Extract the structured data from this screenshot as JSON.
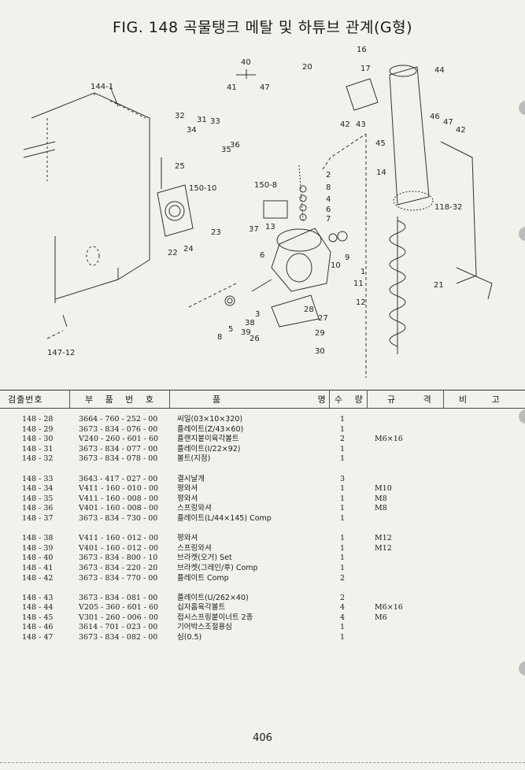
{
  "title": "FIG. 148 곡물탱크 메탈 및 하튜브 관계(G형)",
  "diagram_labels": [
    {
      "id": "l1",
      "text": "16"
    },
    {
      "id": "l2",
      "text": "40"
    },
    {
      "id": "l3",
      "text": "20"
    },
    {
      "id": "l4",
      "text": "17"
    },
    {
      "id": "l5",
      "text": "44"
    },
    {
      "id": "l6",
      "text": "41"
    },
    {
      "id": "l7",
      "text": "47"
    },
    {
      "id": "l8",
      "text": "144-1"
    },
    {
      "id": "l9",
      "text": "42"
    },
    {
      "id": "l10",
      "text": "43"
    },
    {
      "id": "l11",
      "text": "32"
    },
    {
      "id": "l12",
      "text": "31"
    },
    {
      "id": "l13",
      "text": "33"
    },
    {
      "id": "l14",
      "text": "34"
    },
    {
      "id": "l15",
      "text": "35"
    },
    {
      "id": "l16",
      "text": "36"
    },
    {
      "id": "l17",
      "text": "46"
    },
    {
      "id": "l18",
      "text": "47"
    },
    {
      "id": "l19",
      "text": "42"
    },
    {
      "id": "l20",
      "text": "45"
    },
    {
      "id": "l21",
      "text": "25"
    },
    {
      "id": "l22",
      "text": "2"
    },
    {
      "id": "l23",
      "text": "14"
    },
    {
      "id": "l24",
      "text": "150-10"
    },
    {
      "id": "l25",
      "text": "150-8"
    },
    {
      "id": "l26",
      "text": "8"
    },
    {
      "id": "l27",
      "text": "4"
    },
    {
      "id": "l28",
      "text": "6"
    },
    {
      "id": "l29",
      "text": "7"
    },
    {
      "id": "l30",
      "text": "118-32"
    },
    {
      "id": "l31",
      "text": "23"
    },
    {
      "id": "l32",
      "text": "37"
    },
    {
      "id": "l33",
      "text": "13"
    },
    {
      "id": "l34",
      "text": "22"
    },
    {
      "id": "l35",
      "text": "24"
    },
    {
      "id": "l36",
      "text": "6"
    },
    {
      "id": "l37",
      "text": "10"
    },
    {
      "id": "l38",
      "text": "9"
    },
    {
      "id": "l39",
      "text": "1"
    },
    {
      "id": "l40",
      "text": "11"
    },
    {
      "id": "l41",
      "text": "21"
    },
    {
      "id": "l42",
      "text": "12"
    },
    {
      "id": "l43",
      "text": "3"
    },
    {
      "id": "l44",
      "text": "28"
    },
    {
      "id": "l45",
      "text": "27"
    },
    {
      "id": "l46",
      "text": "38"
    },
    {
      "id": "l47",
      "text": "5"
    },
    {
      "id": "l48",
      "text": "8"
    },
    {
      "id": "l49",
      "text": "39"
    },
    {
      "id": "l50",
      "text": "26"
    },
    {
      "id": "l51",
      "text": "29"
    },
    {
      "id": "l52",
      "text": "30"
    },
    {
      "id": "l53",
      "text": "147-12"
    }
  ],
  "table": {
    "headers": {
      "num": "검출번호",
      "part": "부 품 번 호",
      "name": "품 명",
      "qty": "수 량",
      "spec": "규 격",
      "note": "비 고"
    },
    "rows": [
      {
        "num": "148 - 28",
        "part": "3664 - 760 - 252 - 00",
        "name": "씨일(03×10×320)",
        "qty": "1",
        "spec": ""
      },
      {
        "num": "148 - 29",
        "part": "3673 - 834 - 076 - 00",
        "name": "플레이트(Z/43×60)",
        "qty": "1",
        "spec": ""
      },
      {
        "num": "148 - 30",
        "part": "V240 - 260 - 601 - 60",
        "name": "플랜지붙이육각볼트",
        "qty": "2",
        "spec": "M6×16"
      },
      {
        "num": "148 - 31",
        "part": "3673 - 834 - 077 - 00",
        "name": "플레이트(I/22×92)",
        "qty": "1",
        "spec": ""
      },
      {
        "num": "148 - 32",
        "part": "3673 - 834 - 078 - 00",
        "name": "볼트(지점)",
        "qty": "1",
        "spec": ""
      },
      {
        "gap": true
      },
      {
        "num": "148 - 33",
        "part": "3643 - 417 - 027 - 00",
        "name": "결시날개",
        "qty": "3",
        "spec": ""
      },
      {
        "num": "148 - 34",
        "part": "V411 - 160 - 010 - 00",
        "name": "평와셔",
        "qty": "1",
        "spec": "M10"
      },
      {
        "num": "148 - 35",
        "part": "V411 - 160 - 008 - 00",
        "name": "평와셔",
        "qty": "1",
        "spec": "M8"
      },
      {
        "num": "148 - 36",
        "part": "V401 - 160 - 008 - 00",
        "name": "스프링와셔",
        "qty": "1",
        "spec": "M8"
      },
      {
        "num": "148 - 37",
        "part": "3673 - 834 - 730 - 00",
        "name": "플레이트(L/44×145) Comp",
        "qty": "1",
        "spec": ""
      },
      {
        "gap": true
      },
      {
        "num": "148 - 38",
        "part": "V411 - 160 - 012 - 00",
        "name": "평와셔",
        "qty": "1",
        "spec": "M12"
      },
      {
        "num": "148 - 39",
        "part": "V401 - 160 - 012 - 00",
        "name": "스프링와셔",
        "qty": "1",
        "spec": "M12"
      },
      {
        "num": "148 - 40",
        "part": "3673 - 834 - 800 - 10",
        "name": "브라켓(오거) Set",
        "qty": "1",
        "spec": ""
      },
      {
        "num": "148 - 41",
        "part": "3673 - 834 - 220 - 20",
        "name": "브라켓(그레인/후) Comp",
        "qty": "1",
        "spec": ""
      },
      {
        "num": "148 - 42",
        "part": "3673 - 834 - 770 - 00",
        "name": "플레이트 Comp",
        "qty": "2",
        "spec": ""
      },
      {
        "gap": true
      },
      {
        "num": "148 - 43",
        "part": "3673 - 834 - 081 - 00",
        "name": "플레이트(U/262×40)",
        "qty": "2",
        "spec": ""
      },
      {
        "num": "148 - 44",
        "part": "V205 - 360 - 601 - 60",
        "name": "십자홈육각볼트",
        "qty": "4",
        "spec": "M6×16"
      },
      {
        "num": "148 - 45",
        "part": "V301 - 260 - 006 - 00",
        "name": "접시스프링붙이너트 2종",
        "qty": "4",
        "spec": "M6"
      },
      {
        "num": "148 - 46",
        "part": "3614 - 701 - 023 - 00",
        "name": "기어박스조절용심",
        "qty": "1",
        "spec": ""
      },
      {
        "num": "148 - 47",
        "part": "3673 - 834 - 082 - 00",
        "name": "심(0.5)",
        "qty": "1",
        "spec": ""
      }
    ]
  },
  "page_number": "406"
}
